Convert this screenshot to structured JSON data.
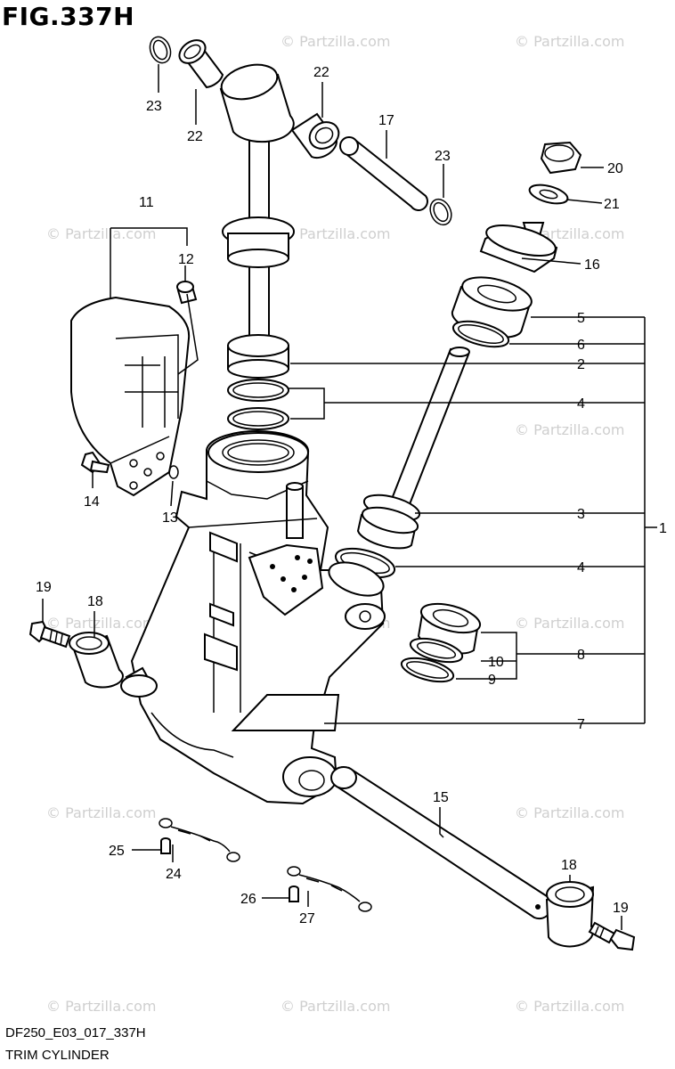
{
  "figure_title": "FIG.337H",
  "diagram_code": "DF250_E03_017_337H",
  "diagram_name": "TRIM CYLINDER",
  "watermark": "© Partzilla.com",
  "part_labels": [
    "1",
    "2",
    "3",
    "4",
    "4",
    "5",
    "6",
    "7",
    "8",
    "9",
    "10",
    "11",
    "12",
    "13",
    "14",
    "15",
    "16",
    "17",
    "18",
    "18",
    "19",
    "19",
    "20",
    "21",
    "22",
    "22",
    "23",
    "23",
    "24",
    "25",
    "26",
    "27"
  ]
}
